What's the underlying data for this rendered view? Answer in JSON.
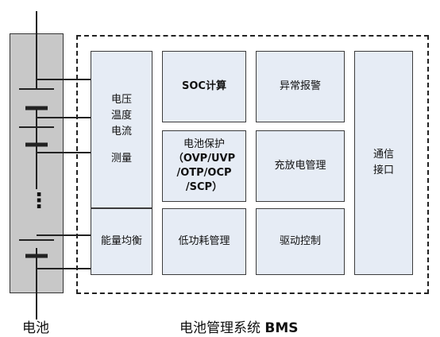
{
  "battery": {
    "label": "电池",
    "dots": "⋮"
  },
  "bms": {
    "label_cn": "电池管理系统",
    "label_en": "BMS",
    "blocks": {
      "measure_lines": "电压\n温度\n电流",
      "measure_word": "测量",
      "balance": "能量均衡",
      "soc": "SOC计算",
      "alarm": "异常报警",
      "protect_title": "电池保护",
      "protect_detail": "（OVP/UVP\n/OTP/OCP\n/SCP）",
      "charge": "充放电管理",
      "low_power": "低功耗管理",
      "drive": "驱动控制",
      "comm": "通信\n接口"
    }
  },
  "colors": {
    "block_fill": "#e6ecf5",
    "battery_fill": "#c8c8c8",
    "line": "#222222"
  }
}
